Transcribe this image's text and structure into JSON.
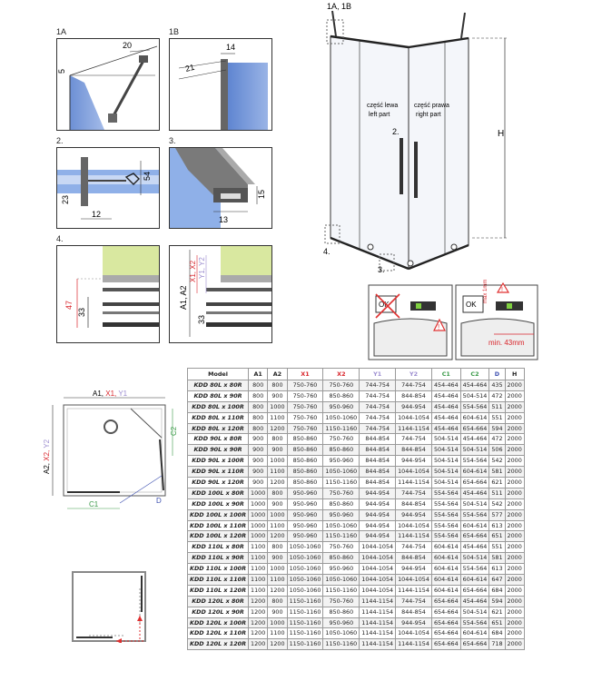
{
  "labels": {
    "d1a": "1A",
    "d1b": "1B",
    "d2": "2.",
    "d3": "3.",
    "d4": "4.",
    "main_ref": "1A, 1B",
    "main_4": "4.",
    "main_3": "3.",
    "main_2": "2.",
    "left_part": "część lewa\nleft part",
    "right_part": "część prawa\nright part",
    "height": "H",
    "min": "min. 43mm",
    "max": "max 1mm",
    "ok": "OK"
  },
  "dims": {
    "d1a": {
      "a": "20",
      "b": "5"
    },
    "d1b": {
      "a": "21",
      "b": "14"
    },
    "d2": {
      "a": "54",
      "b": "23",
      "c": "12"
    },
    "d3": {
      "a": "15",
      "b": "13"
    },
    "d4a": {
      "a": "47",
      "b": "33"
    },
    "d4b": {
      "a": "A1, A2",
      "b": "X1, X2",
      "c": "Y1, Y2",
      "d": "33"
    }
  },
  "plan": {
    "top": [
      "A1, ",
      "X1, ",
      "Y1"
    ],
    "side": [
      "A2, ",
      "X2, ",
      "Y2"
    ],
    "c1": "C1",
    "c2": "C2",
    "d": "D"
  },
  "table": {
    "headers": [
      "Model",
      "A1",
      "A2",
      "X1",
      "X2",
      "Y1",
      "Y2",
      "C1",
      "C2",
      "D",
      "H"
    ],
    "rows": [
      [
        "KDD 80L x 80R",
        "800",
        "800",
        "750-760",
        "750-760",
        "744-754",
        "744-754",
        "454-464",
        "454-464",
        "435",
        "2000"
      ],
      [
        "KDD 80L x 90R",
        "800",
        "900",
        "750-760",
        "850-860",
        "744-754",
        "844-854",
        "454-464",
        "504-514",
        "472",
        "2000"
      ],
      [
        "KDD 80L x 100R",
        "800",
        "1000",
        "750-760",
        "950-960",
        "744-754",
        "944-954",
        "454-464",
        "554-564",
        "511",
        "2000"
      ],
      [
        "KDD 80L x 110R",
        "800",
        "1100",
        "750-760",
        "1050-1060",
        "744-754",
        "1044-1054",
        "454-464",
        "604-614",
        "551",
        "2000"
      ],
      [
        "KDD 80L x 120R",
        "800",
        "1200",
        "750-760",
        "1150-1160",
        "744-754",
        "1144-1154",
        "454-464",
        "654-664",
        "594",
        "2000"
      ],
      [
        "KDD 90L x 80R",
        "900",
        "800",
        "850-860",
        "750-760",
        "844-854",
        "744-754",
        "504-514",
        "454-464",
        "472",
        "2000"
      ],
      [
        "KDD 90L x 90R",
        "900",
        "900",
        "850-860",
        "850-860",
        "844-854",
        "844-854",
        "504-514",
        "504-514",
        "506",
        "2000"
      ],
      [
        "KDD 90L x 100R",
        "900",
        "1000",
        "850-860",
        "950-960",
        "844-854",
        "944-954",
        "504-514",
        "554-564",
        "542",
        "2000"
      ],
      [
        "KDD 90L x 110R",
        "900",
        "1100",
        "850-860",
        "1050-1060",
        "844-854",
        "1044-1054",
        "504-514",
        "604-614",
        "581",
        "2000"
      ],
      [
        "KDD 90L x 120R",
        "900",
        "1200",
        "850-860",
        "1150-1160",
        "844-854",
        "1144-1154",
        "504-514",
        "654-664",
        "621",
        "2000"
      ],
      [
        "KDD 100L x 80R",
        "1000",
        "800",
        "950-960",
        "750-760",
        "944-954",
        "744-754",
        "554-564",
        "454-464",
        "511",
        "2000"
      ],
      [
        "KDD 100L x 90R",
        "1000",
        "900",
        "950-960",
        "850-860",
        "944-954",
        "844-854",
        "554-564",
        "504-514",
        "542",
        "2000"
      ],
      [
        "KDD 100L x 100R",
        "1000",
        "1000",
        "950-960",
        "950-960",
        "944-954",
        "944-954",
        "554-564",
        "554-564",
        "577",
        "2000"
      ],
      [
        "KDD 100L x 110R",
        "1000",
        "1100",
        "950-960",
        "1050-1060",
        "944-954",
        "1044-1054",
        "554-564",
        "604-614",
        "613",
        "2000"
      ],
      [
        "KDD 100L x 120R",
        "1000",
        "1200",
        "950-960",
        "1150-1160",
        "944-954",
        "1144-1154",
        "554-564",
        "654-664",
        "651",
        "2000"
      ],
      [
        "KDD 110L x 80R",
        "1100",
        "800",
        "1050-1060",
        "750-760",
        "1044-1054",
        "744-754",
        "604-614",
        "454-464",
        "551",
        "2000"
      ],
      [
        "KDD 110L x 90R",
        "1100",
        "900",
        "1050-1060",
        "850-860",
        "1044-1054",
        "844-854",
        "604-614",
        "504-514",
        "581",
        "2000"
      ],
      [
        "KDD 110L x 100R",
        "1100",
        "1000",
        "1050-1060",
        "950-960",
        "1044-1054",
        "944-954",
        "604-614",
        "554-564",
        "613",
        "2000"
      ],
      [
        "KDD 110L x 110R",
        "1100",
        "1100",
        "1050-1060",
        "1050-1060",
        "1044-1054",
        "1044-1054",
        "604-614",
        "604-614",
        "647",
        "2000"
      ],
      [
        "KDD 110L x 120R",
        "1100",
        "1200",
        "1050-1060",
        "1150-1160",
        "1044-1054",
        "1144-1154",
        "604-614",
        "654-664",
        "684",
        "2000"
      ],
      [
        "KDD 120L x 80R",
        "1200",
        "800",
        "1150-1160",
        "750-760",
        "1144-1154",
        "744-754",
        "654-664",
        "454-464",
        "594",
        "2000"
      ],
      [
        "KDD 120L x 90R",
        "1200",
        "900",
        "1150-1160",
        "850-860",
        "1144-1154",
        "844-854",
        "654-664",
        "504-514",
        "621",
        "2000"
      ],
      [
        "KDD 120L x 100R",
        "1200",
        "1000",
        "1150-1160",
        "950-960",
        "1144-1154",
        "944-954",
        "654-664",
        "554-564",
        "651",
        "2000"
      ],
      [
        "KDD 120L x 110R",
        "1200",
        "1100",
        "1150-1160",
        "1050-1060",
        "1144-1154",
        "1044-1054",
        "654-664",
        "604-614",
        "684",
        "2000"
      ],
      [
        "KDD 120L x 120R",
        "1200",
        "1200",
        "1150-1160",
        "1150-1160",
        "1144-1154",
        "1144-1154",
        "654-664",
        "654-664",
        "718",
        "2000"
      ]
    ]
  },
  "colors": {
    "glass": "#6b8fd6",
    "wall_green": "#d9e8a0",
    "red_dim": "#d9262c",
    "lavender_dim": "#9c8dd0",
    "green_dim": "#3a9a48",
    "blue_dim": "#3c4fb0",
    "warning": "#e03030"
  }
}
